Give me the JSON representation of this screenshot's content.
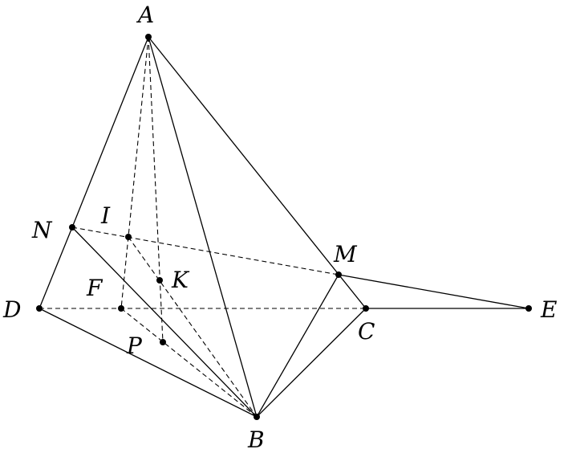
{
  "figure": {
    "points": {
      "A": "A",
      "N": "N",
      "I": "I",
      "K": "K",
      "F": "F",
      "D": "D",
      "P": "P",
      "B": "B",
      "M": "M",
      "C": "C",
      "E": "E"
    }
  }
}
